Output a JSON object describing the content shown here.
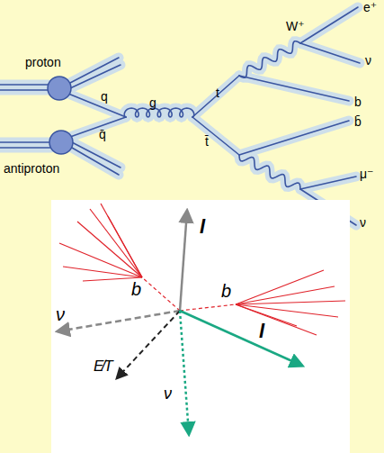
{
  "diagram": {
    "labels": [
      "proton",
      "antiproton",
      "q",
      "q̄",
      "g",
      "t",
      "t̄",
      "W⁺",
      "e⁺",
      "ν",
      "b",
      "b̄",
      "μ⁻",
      "ν",
      "ν",
      "b",
      "b",
      "l",
      "E̸T",
      "ν",
      "l"
    ]
  }
}
